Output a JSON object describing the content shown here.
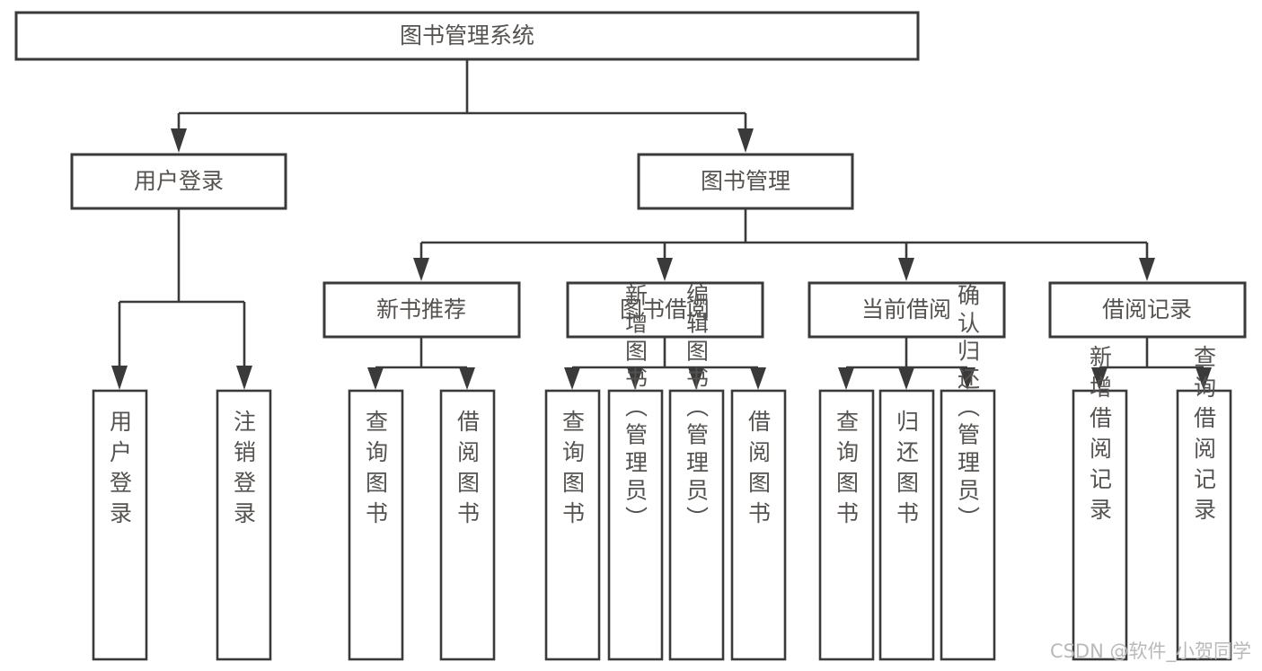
{
  "diagram": {
    "type": "tree-hierarchy",
    "title": "图书管理系统",
    "watermark": "CSDN @软件_小贺同学",
    "colors": {
      "background": "#ffffff",
      "box_fill": "#ffffff",
      "box_stroke": "#3a3a3a",
      "connector": "#3a3a3a",
      "text": "#55524f",
      "watermark": "#b9b9b9"
    },
    "root": {
      "label": "图书管理系统"
    },
    "level2": [
      {
        "id": "user-login",
        "label": "用户登录"
      },
      {
        "id": "book-management",
        "label": "图书管理"
      }
    ],
    "level3": [
      {
        "id": "new-book-recommend",
        "label": "新书推荐",
        "parent": "book-management"
      },
      {
        "id": "book-borrow",
        "label": "图书借阅",
        "parent": "book-management"
      },
      {
        "id": "current-borrow",
        "label": "当前借阅",
        "parent": "book-management"
      },
      {
        "id": "borrow-record",
        "label": "借阅记录",
        "parent": "book-management"
      }
    ],
    "leaves": {
      "user-login": [
        {
          "id": "leaf-user-login",
          "label": "用户登录"
        },
        {
          "id": "leaf-logout-login",
          "label": "注销登录"
        }
      ],
      "new-book-recommend": [
        {
          "id": "leaf-query-book-1",
          "label": "查询图书"
        },
        {
          "id": "leaf-borrow-book-1",
          "label": "借阅图书"
        }
      ],
      "book-borrow": [
        {
          "id": "leaf-query-book-2",
          "label": "查询图书"
        },
        {
          "id": "leaf-add-book",
          "label": "新增图书（管理员）"
        },
        {
          "id": "leaf-edit-book",
          "label": "编辑图书（管理员）"
        },
        {
          "id": "leaf-borrow-book-2",
          "label": "借阅图书"
        }
      ],
      "current-borrow": [
        {
          "id": "leaf-query-book-3",
          "label": "查询图书"
        },
        {
          "id": "leaf-return-book",
          "label": "归还图书"
        },
        {
          "id": "leaf-confirm-return",
          "label": "确认归还（管理员）"
        }
      ],
      "borrow-record": [
        {
          "id": "leaf-add-record",
          "label": "新增借阅记录"
        },
        {
          "id": "leaf-query-record",
          "label": "查询借阅记录"
        }
      ]
    }
  }
}
